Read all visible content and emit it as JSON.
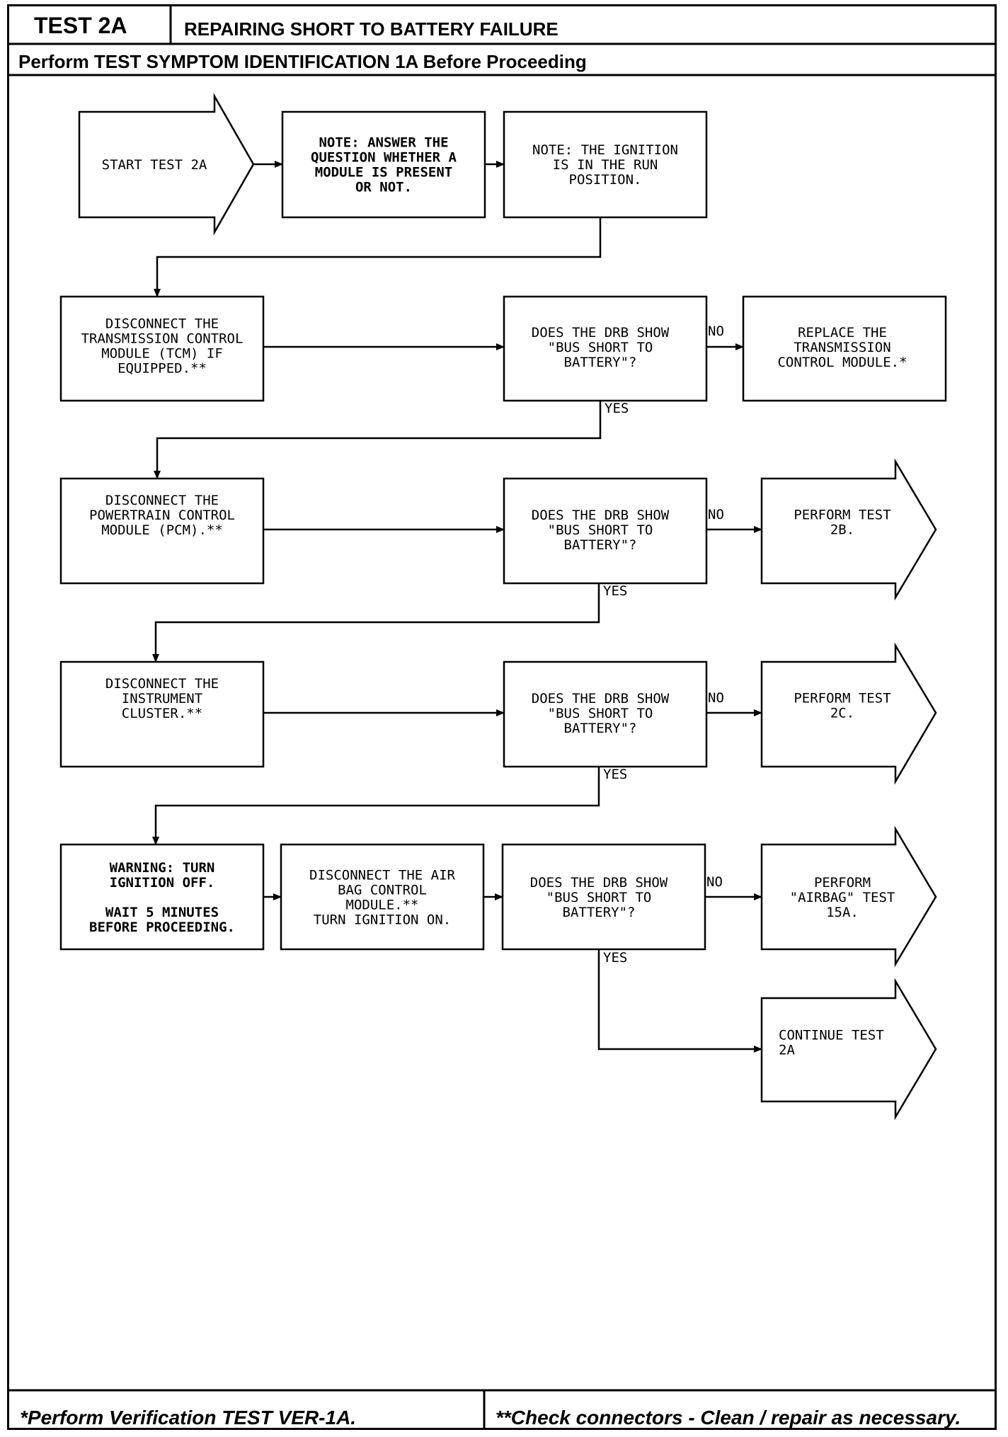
{
  "header": {
    "test_id": "TEST 2A",
    "title": "REPAIRING SHORT TO BATTERY FAILURE",
    "prerequisite": "Perform TEST SYMPTOM IDENTIFICATION 1A Before Proceeding"
  },
  "flowchart": {
    "start": [
      "START  TEST  2A"
    ],
    "note_module": [
      "NOTE: ANSWER THE",
      "QUESTION WHETHER A",
      "MODULE IS PRESENT",
      "OR NOT."
    ],
    "note_ignition": [
      "NOTE: THE IGNITION",
      "IS IN THE RUN",
      "POSITION."
    ],
    "disconnect_tcm": [
      "DISCONNECT THE",
      "TRANSMISSION CONTROL",
      "MODULE (TCM) IF",
      "EQUIPPED.**"
    ],
    "q1": [
      "DOES THE DRB SHOW",
      "\"BUS SHORT TO",
      "BATTERY\"?"
    ],
    "replace_tcm": [
      "REPLACE THE",
      "TRANSMISSION",
      "CONTROL MODULE.*"
    ],
    "disconnect_pcm": [
      "DISCONNECT THE",
      "POWERTRAIN CONTROL",
      "MODULE (PCM).**"
    ],
    "q2": [
      "DOES THE DRB SHOW",
      "\"BUS SHORT TO",
      "BATTERY\"?"
    ],
    "perform_2b": [
      "PERFORM TEST",
      "2B."
    ],
    "disconnect_cluster": [
      "DISCONNECT THE",
      "INSTRUMENT",
      "CLUSTER.**"
    ],
    "q3": [
      "DOES THE DRB SHOW",
      "\"BUS SHORT TO",
      "BATTERY\"?"
    ],
    "perform_2c": [
      "PERFORM TEST",
      "2C."
    ],
    "warning": [
      "WARNING: TURN",
      "IGNITION OFF.",
      "",
      "WAIT 5 MINUTES",
      "BEFORE PROCEEDING."
    ],
    "disconnect_airbag": [
      "DISCONNECT THE AIR",
      "BAG CONTROL",
      "MODULE.**",
      "TURN IGNITION ON."
    ],
    "q4": [
      "DOES THE DRB SHOW",
      "\"BUS SHORT TO",
      "BATTERY\"?"
    ],
    "perform_15a": [
      "PERFORM",
      "\"AIRBAG\" TEST",
      "15A."
    ],
    "continue_2a": [
      "CONTINUE TEST",
      "2A"
    ],
    "label_no": "NO",
    "label_yes": "YES"
  },
  "footer": {
    "left_note": "*Perform Verification TEST VER-1A.",
    "right_note": "**Check connectors - Clean / repair as necessary."
  }
}
